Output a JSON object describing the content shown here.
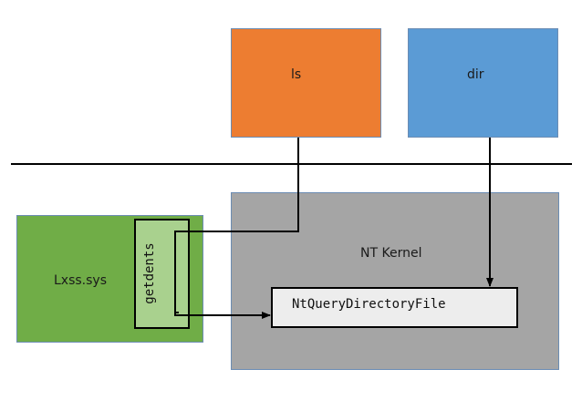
{
  "nodes": {
    "ls": {
      "label": "ls",
      "color": "#ed7d31"
    },
    "dir": {
      "label": "dir",
      "color": "#5b9bd5"
    },
    "nt_kernel": {
      "label": "NT Kernel",
      "color": "#a5a5a5"
    },
    "lxss": {
      "label": "Lxss.sys",
      "color": "#70ad47"
    },
    "getdents": {
      "label": "getdents",
      "color": "#a9d18e"
    },
    "ntquery": {
      "label": "NtQueryDirectoryFile",
      "color": "#ededed"
    }
  },
  "edges": [
    {
      "from": "ls",
      "to": "getdents"
    },
    {
      "from": "dir",
      "to": "ntquery"
    },
    {
      "from": "getdents",
      "to": "ntquery"
    }
  ]
}
